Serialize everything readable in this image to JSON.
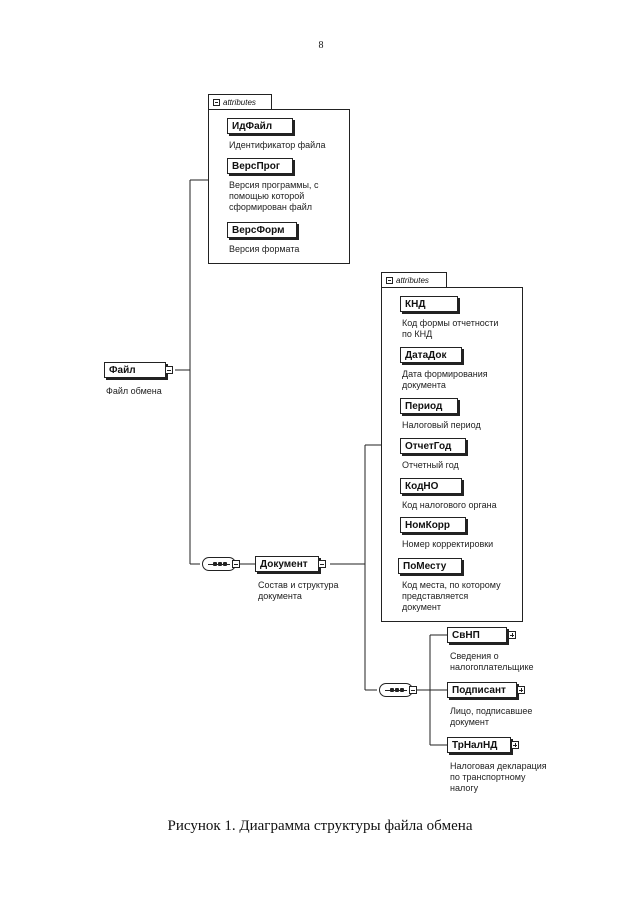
{
  "page_number": "8",
  "caption": "Рисунок 1. Диаграмма структуры файла обмена",
  "root": {
    "name": "Файл",
    "description": "Файл обмена"
  },
  "file_attributes": {
    "header": "attributes",
    "items": [
      {
        "name": "ИдФайл",
        "description": "Идентификатор файла"
      },
      {
        "name": "ВерсПрог",
        "description": "Версия программы, с\nпомощью которой\nсформирован файл"
      },
      {
        "name": "ВерсФорм",
        "description": "Версия формата"
      }
    ]
  },
  "document": {
    "name": "Документ",
    "description": "Состав и структура\nдокумента"
  },
  "document_attributes": {
    "header": "attributes",
    "items": [
      {
        "name": "КНД",
        "description": "Код формы отчетности\nпо КНД"
      },
      {
        "name": "ДатаДок",
        "description": "Дата формирования\nдокумента"
      },
      {
        "name": "Период",
        "description": "Налоговый период"
      },
      {
        "name": "ОтчетГод",
        "description": "Отчетный год"
      },
      {
        "name": "КодНО",
        "description": "Код налогового органа"
      },
      {
        "name": "НомКорр",
        "description": "Номер корректировки"
      },
      {
        "name": "ПоМесту",
        "description": "Код места, по которому\nпредставляется\nдокумент"
      }
    ]
  },
  "document_children": [
    {
      "name": "СвНП",
      "description": "Сведения о\nналогоплательщике"
    },
    {
      "name": "Подписант",
      "description": "Лицо, подписавшее\nдокумент"
    },
    {
      "name": "ТрНалНД",
      "description": "Налоговая декларация\nпо транспортному\nналогу"
    }
  ]
}
